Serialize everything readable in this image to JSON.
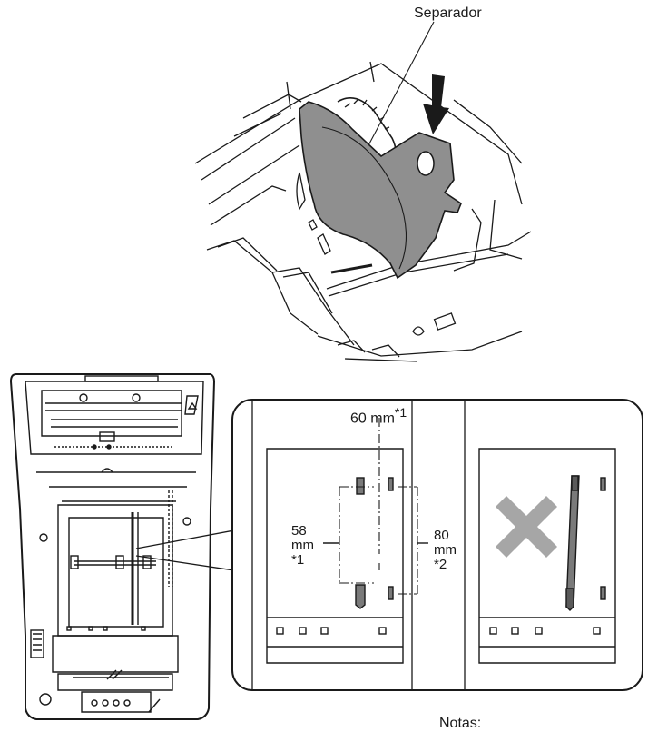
{
  "labels": {
    "separator": "Separador",
    "width_60": "60 mm",
    "width_60_note": "*1",
    "width_58_value": "58",
    "width_58_unit": "mm",
    "width_58_note": "*1",
    "width_80_value": "80",
    "width_80_unit": "mm",
    "width_80_note": "*2",
    "notes_heading": "Notas:"
  },
  "colors": {
    "line": "#1a1a1a",
    "separator_fill": "#8f8f8f",
    "cross_fill": "#a6a6a6",
    "background": "#ffffff"
  },
  "icons": [
    "down-arrow-icon",
    "wrong-position-cross-icon"
  ]
}
